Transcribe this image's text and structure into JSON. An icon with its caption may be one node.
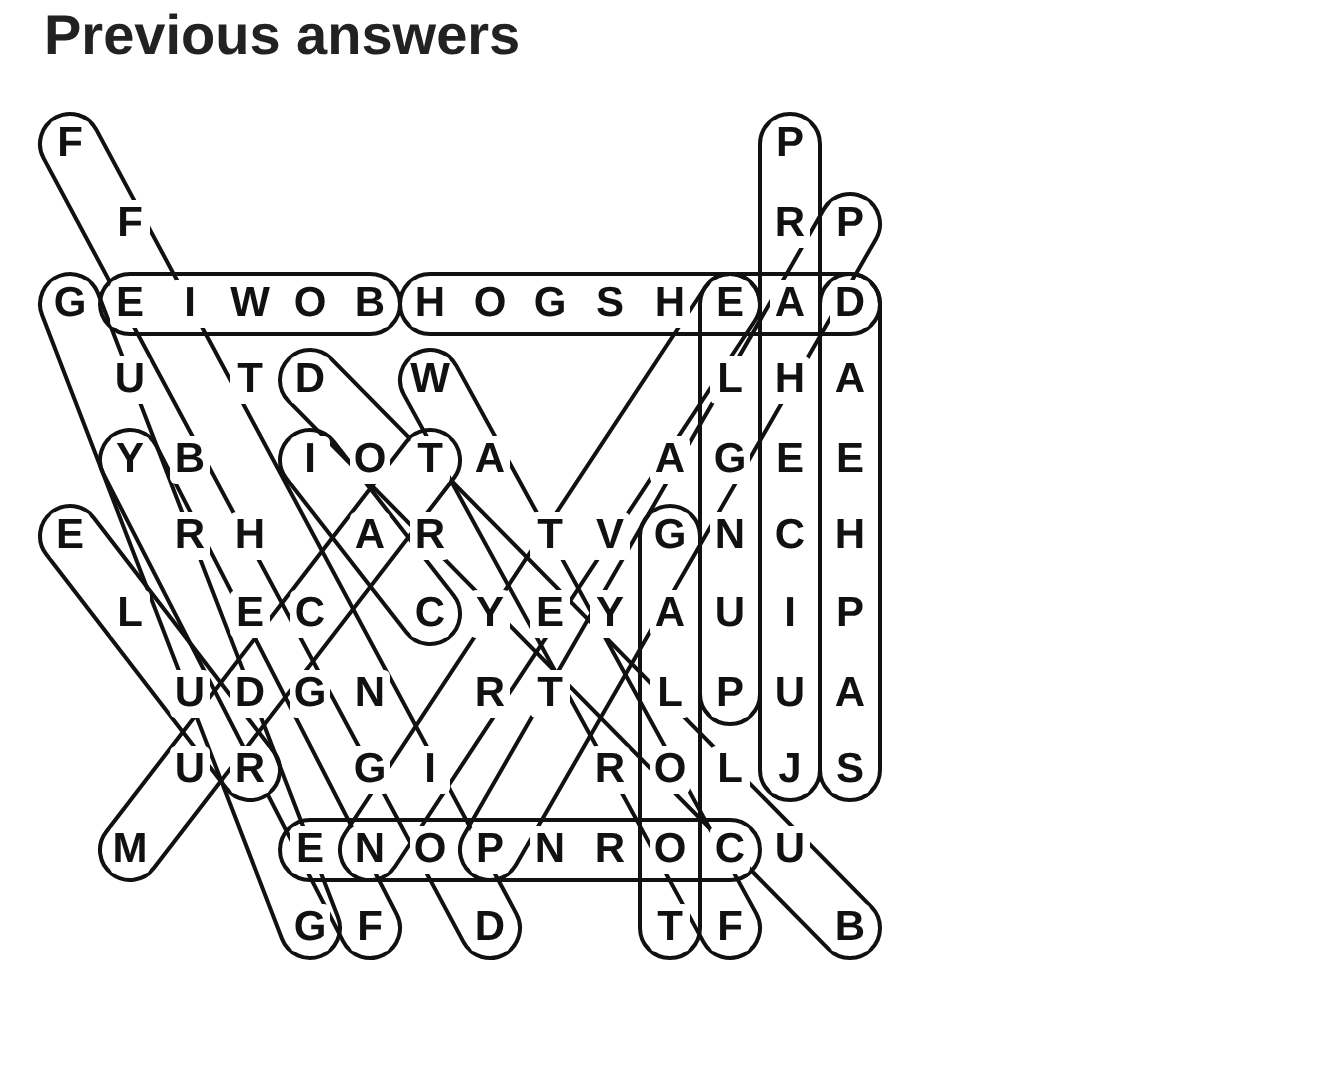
{
  "diagram": {
    "title": "Previous answers",
    "labels": [
      "F",
      "P",
      "F",
      "R",
      "P",
      "G",
      "E",
      "I",
      "W",
      "O",
      "B",
      "H",
      "O",
      "G",
      "S",
      "H",
      "E",
      "A",
      "D",
      "U",
      "T",
      "D",
      "W",
      "L",
      "H",
      "A",
      "Y",
      "B",
      "I",
      "O",
      "T",
      "A",
      "A",
      "G",
      "E",
      "E",
      "E",
      "R",
      "H",
      "A",
      "R",
      "T",
      "V",
      "G",
      "N",
      "C",
      "H",
      "L",
      "E",
      "C",
      "C",
      "Y",
      "E",
      "Y",
      "A",
      "U",
      "I",
      "P",
      "U",
      "D",
      "G",
      "N",
      "R",
      "T",
      "L",
      "P",
      "U",
      "A",
      "U",
      "R",
      "G",
      "I",
      "R",
      "O",
      "L",
      "J",
      "S",
      "M",
      "E",
      "N",
      "O",
      "P",
      "N",
      "R",
      "O",
      "C",
      "U",
      "G",
      "F",
      "D",
      "T",
      "F",
      "B"
    ]
  }
}
